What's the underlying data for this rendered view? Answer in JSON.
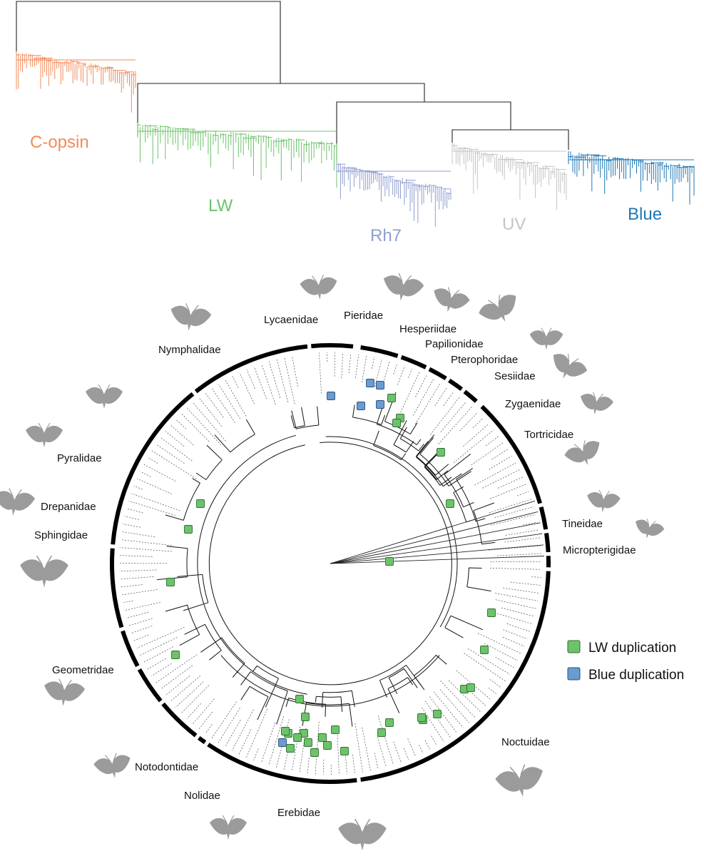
{
  "gene_tree": {
    "clades": [
      {
        "key": "c_opsin",
        "label": "C-opsin",
        "color": "#f28b5b"
      },
      {
        "key": "lw",
        "label": "LW",
        "color": "#6cc36a"
      },
      {
        "key": "rh7",
        "label": "Rh7",
        "color": "#8f9fce"
      },
      {
        "key": "uv",
        "label": "UV",
        "color": "#c4c4c4"
      },
      {
        "key": "blue",
        "label": "Blue",
        "color": "#1f77b4"
      }
    ]
  },
  "species_tree": {
    "families": [
      {
        "name": "Lycaenidae",
        "icon": "butterfly-silhouette-icon"
      },
      {
        "name": "Pieridae",
        "icon": "butterfly-silhouette-icon"
      },
      {
        "name": "Hesperiidae",
        "icon": "skipper-silhouette-icon"
      },
      {
        "name": "Papilionidae",
        "icon": "swallowtail-silhouette-icon"
      },
      {
        "name": "Pterophoridae",
        "icon": "plume-moth-silhouette-icon"
      },
      {
        "name": "Sesiidae",
        "icon": "clearwing-moth-silhouette-icon"
      },
      {
        "name": "Zygaenidae",
        "icon": "burnet-moth-silhouette-icon"
      },
      {
        "name": "Tortricidae",
        "icon": "moth-silhouette-icon"
      },
      {
        "name": "Tineidae",
        "icon": "moth-silhouette-icon"
      },
      {
        "name": "Micropterigidae",
        "icon": "moth-silhouette-icon"
      },
      {
        "name": "Nymphalidae",
        "icon": "butterfly-silhouette-icon"
      },
      {
        "name": "Pyralidae",
        "icon": "moth-silhouette-icon"
      },
      {
        "name": "Drepanidae",
        "icon": "moth-silhouette-icon"
      },
      {
        "name": "Sphingidae",
        "icon": "hawkmoth-silhouette-icon"
      },
      {
        "name": "Geometridae",
        "icon": "moth-silhouette-icon"
      },
      {
        "name": "Notodontidae",
        "icon": "moth-silhouette-icon"
      },
      {
        "name": "Nolidae",
        "icon": "moth-silhouette-icon"
      },
      {
        "name": "Erebidae",
        "icon": "moth-silhouette-icon"
      },
      {
        "name": "Noctuidae",
        "icon": "moth-silhouette-icon"
      }
    ],
    "marker_colors": {
      "lw": "#6cc36a",
      "blue": "#6a9bd1"
    }
  },
  "legend": [
    {
      "key": "lw",
      "label": "LW duplication",
      "color": "#6cc36a"
    },
    {
      "key": "blue",
      "label": "Blue duplication",
      "color": "#6a9bd1"
    }
  ]
}
